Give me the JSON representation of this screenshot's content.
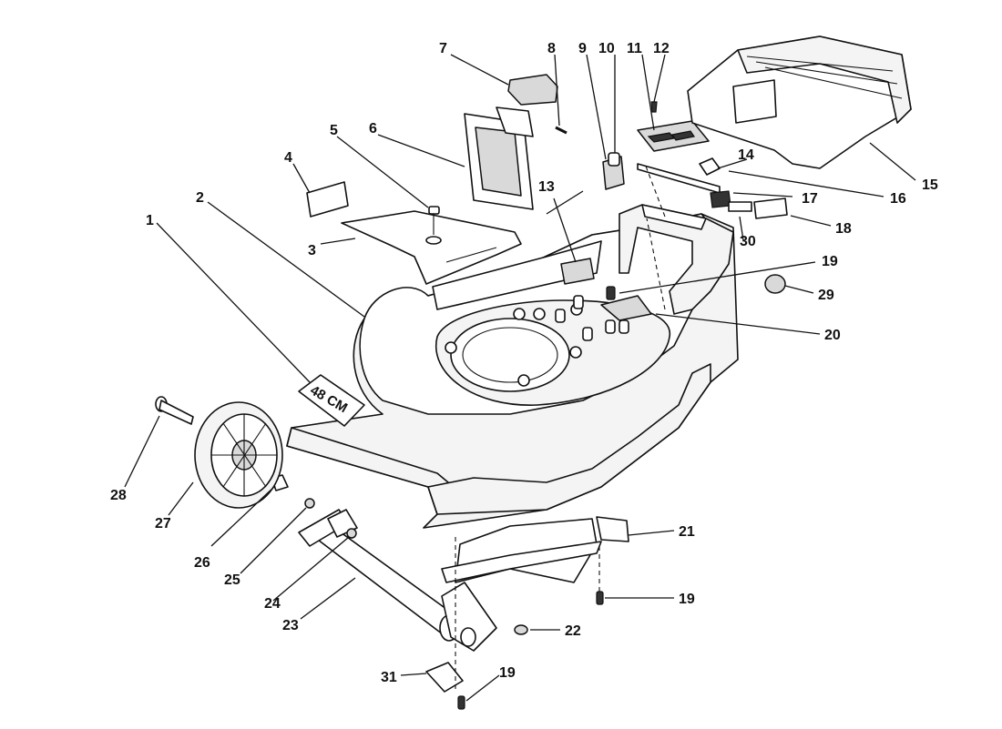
{
  "decal_text": "48 CM",
  "callouts": [
    {
      "id": "p1",
      "label": "1"
    },
    {
      "id": "p2",
      "label": "2"
    },
    {
      "id": "p3",
      "label": "3"
    },
    {
      "id": "p4",
      "label": "4"
    },
    {
      "id": "p5",
      "label": "5"
    },
    {
      "id": "p6",
      "label": "6"
    },
    {
      "id": "p7",
      "label": "7"
    },
    {
      "id": "p8",
      "label": "8"
    },
    {
      "id": "p9",
      "label": "9"
    },
    {
      "id": "p10",
      "label": "10"
    },
    {
      "id": "p11",
      "label": "11"
    },
    {
      "id": "p12",
      "label": "12"
    },
    {
      "id": "p13",
      "label": "13"
    },
    {
      "id": "p14",
      "label": "14"
    },
    {
      "id": "p15",
      "label": "15"
    },
    {
      "id": "p16",
      "label": "16"
    },
    {
      "id": "p17",
      "label": "17"
    },
    {
      "id": "p18",
      "label": "18"
    },
    {
      "id": "p19a",
      "label": "19"
    },
    {
      "id": "p20",
      "label": "20"
    },
    {
      "id": "p21",
      "label": "21"
    },
    {
      "id": "p19b",
      "label": "19"
    },
    {
      "id": "p22",
      "label": "22"
    },
    {
      "id": "p19c",
      "label": "19"
    },
    {
      "id": "p23",
      "label": "23"
    },
    {
      "id": "p24",
      "label": "24"
    },
    {
      "id": "p25",
      "label": "25"
    },
    {
      "id": "p26",
      "label": "26"
    },
    {
      "id": "p27",
      "label": "27"
    },
    {
      "id": "p28",
      "label": "28"
    },
    {
      "id": "p29",
      "label": "29"
    },
    {
      "id": "p30",
      "label": "30"
    },
    {
      "id": "p31",
      "label": "31"
    }
  ]
}
